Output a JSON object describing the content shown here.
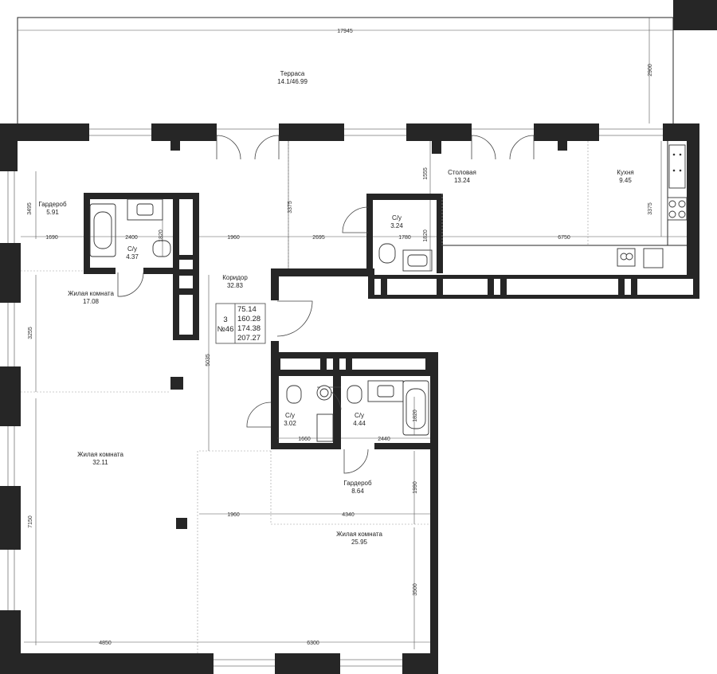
{
  "rooms": {
    "terrace": {
      "name": "Терраса",
      "area": "14.1/46.99"
    },
    "wardrobe_nw": {
      "name": "Гардероб",
      "area": "5.91"
    },
    "bath_w": {
      "name": "С/у",
      "area": "4.37"
    },
    "dining": {
      "name": "Столовая",
      "area": "13.24"
    },
    "kitchen": {
      "name": "Кухня",
      "area": "9.45"
    },
    "bath_n": {
      "name": "С/у",
      "area": "3.24"
    },
    "corridor": {
      "name": "Коридор",
      "area": "32.83"
    },
    "living_1": {
      "name": "Жилая комната",
      "area": "17.08"
    },
    "living_2": {
      "name": "Жилая комната",
      "area": "32.11"
    },
    "bath_c1": {
      "name": "С/у",
      "area": "3.02"
    },
    "bath_c2": {
      "name": "С/у",
      "area": "4.44"
    },
    "wardrobe_c": {
      "name": "Гардероб",
      "area": "8.64"
    },
    "living_3": {
      "name": "Жилая комната",
      "area": "25.95"
    }
  },
  "dimensions": {
    "total_width": "17945",
    "terrace_depth": "2900",
    "wardrobe_depth": "3495",
    "corridor_depth_n": "3375",
    "bath_n_top": "1555",
    "kitchen_depth": "3375",
    "wardrobe_width": "1690",
    "bath_w_width": "2400",
    "bath_w_depth": "1820",
    "corridor_width_a": "1960",
    "corridor_width_b": "2695",
    "bath_n_width": "1780",
    "bath_n_depth": "1820",
    "kitchen_width": "6750",
    "living_1_depth": "3255",
    "corridor_length": "5035",
    "bath_c1_width": "1660",
    "bath_c2_width": "2440",
    "bath_c2_depth": "1820",
    "wardrobe_c_depth": "1990",
    "living_2_depth": "7150",
    "corridor_width_c": "1960",
    "wardrobe_c_width": "4340",
    "living_3_depth": "3500",
    "living_2_width": "4850",
    "living_3_width": "6300"
  },
  "stats": {
    "rooms_count": "3",
    "apartment_no": "№46",
    "living_area": "75.14",
    "total_area": "160.28",
    "area_with_terrace_reduced": "174.38",
    "area_with_terrace_full": "207.27"
  }
}
